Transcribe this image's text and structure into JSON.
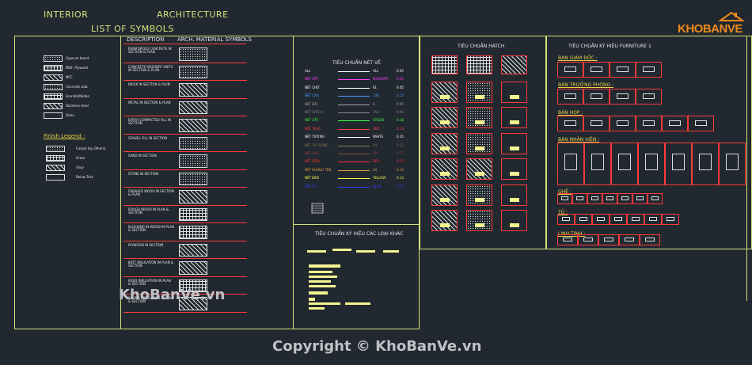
{
  "titles": {
    "interior": "INTERIOR",
    "architecture": "ARCHITECTURE",
    "list_of_symbols": "LIST OF SYMBOLS"
  },
  "columns": {
    "description": "DESCRIPTION",
    "arch": "ARCH. MATERIAL SYMBOLS"
  },
  "legend_items": [
    "Gypsum board",
    "MDF, Plywood",
    "MFC",
    "Concrete slab",
    "Granite/Marble",
    "Stainless steel",
    "Glass"
  ],
  "finish_legend": {
    "title": "Finish Legend :",
    "items": [
      "Carpet (by Others)",
      "Grass",
      "Vinyl",
      "Below Text"
    ]
  },
  "materials": [
    "REINFORCED CONCRETE IN SECTION & PLAN",
    "CONCRETE MASONRY UNITS IN SECTION & PLAN",
    "BRICK IN SECTION & PLAN",
    "METAL IN SECTION & PLAN",
    "EARTH COMPACTED FILL IN SECTION",
    "GRAVEL FILL IN SECTION",
    "SAND IN SECTION",
    "STONE IN SECTION",
    "FINISHED WOOD IN SECTION & PLAN",
    "ROUGH WOOD IN PLAN & SECTION",
    "BLOCKING IN WOOD IN PLAN & SECTION",
    "PLYWOOD IN SECTION",
    "BATT INSULATION IN PLAN & SECTION",
    "RIGID INSULATION IN PLAN & SECTION",
    "SOUND INSULATION IN PLAN & SECTION"
  ],
  "line_std": {
    "title": "TIÊU CHUẨN NÉT VẼ",
    "rows": [
      {
        "a": "ALL",
        "b": "ALL",
        "c": "0.05",
        "color": "#ffffff"
      },
      {
        "a": "NÉT CẮT",
        "b": "MAGENTA",
        "c": "0.45",
        "color": "#ff40ff"
      },
      {
        "a": "NÉT CHỮ",
        "b": "61",
        "c": "0.05",
        "color": "#ffffff"
      },
      {
        "a": "NÉT CAO",
        "b": "130",
        "c": "0.13",
        "color": "#4aa0ff"
      },
      {
        "a": "NÉT DÀI",
        "b": "8",
        "c": "0.05",
        "color": "#aaaaaa"
      },
      {
        "a": "NÉT HATCH",
        "b": "250",
        "c": "0.05",
        "color": "#888888"
      },
      {
        "a": "NÉT CẤY",
        "b": "GREEN",
        "c": "0.18",
        "color": "#40ff40"
      },
      {
        "a": "NÉT TRỤC",
        "b": "RED",
        "c": "0.13",
        "color": "#ff4040"
      },
      {
        "a": "NÉT TƯỜNG",
        "b": "WHITE",
        "c": "0.35",
        "color": "#ffffff"
      },
      {
        "a": "NÉT TAY ĐÒNG",
        "b": "44",
        "c": "0.13",
        "color": "#8a7a40"
      },
      {
        "a": "NÉT PHỤ",
        "b": "20",
        "c": "0.13",
        "color": "#8a4a40"
      },
      {
        "a": "NÉT BIÊN",
        "b": "RED",
        "c": "0.13",
        "color": "#ff3030"
      },
      {
        "a": "NÉT KHUNG TÊN",
        "b": "44",
        "c": "0.13",
        "color": "#e0a040"
      },
      {
        "a": "NÉT ĐEN",
        "b": "YELLOW",
        "c": "0.13",
        "color": "#ffff40"
      },
      {
        "a": "NÉT CƠ",
        "b": "BLUE",
        "c": "0.13",
        "color": "#3040ff"
      }
    ]
  },
  "other_symbols": {
    "title": "TIÊU CHUẨN KÝ HIỆU CÁC LOẠI KHÁC"
  },
  "hatch_std": {
    "title": "TIÊU CHUẨN HATCH"
  },
  "furniture": {
    "title": "TIÊU CHUẨN KÝ HIỆU FURNITURE 1",
    "groups": [
      "BÀN GIÁM ĐỐC :",
      "BÀN TRƯỞNG PHÒNG :",
      "BÀN HỌP :",
      "BÀN NHÂN VIÊN :",
      "GHẾ :",
      "TỦ :",
      "LINH TINH :"
    ]
  },
  "brand": {
    "logo": "KHOBANVE",
    "watermark": "KhoBanVe.vn",
    "copyright": "Copyright © KhoBanVe.vn"
  }
}
